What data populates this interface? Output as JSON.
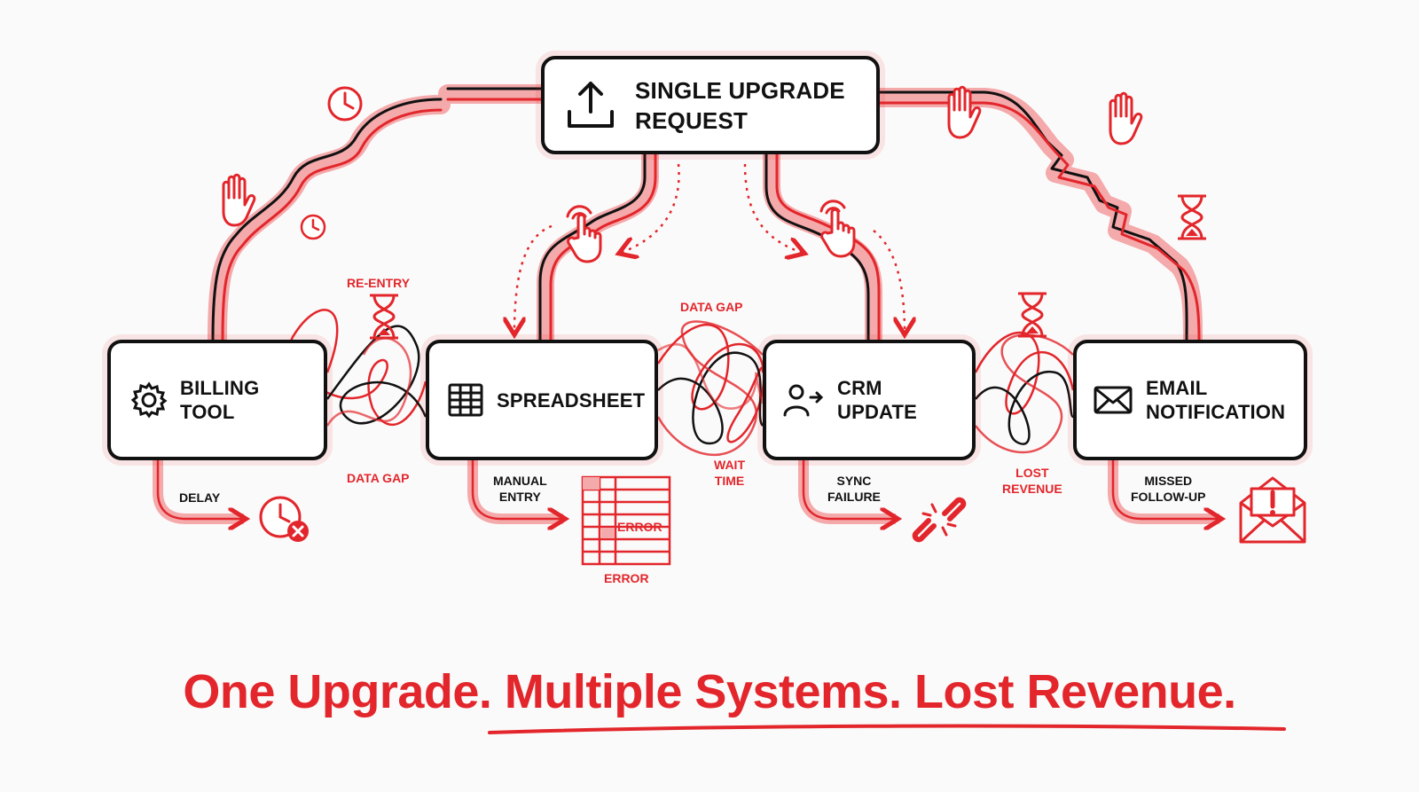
{
  "nodes": {
    "request": {
      "line1": "SINGLE UPGRADE",
      "line2": "REQUEST",
      "icon": "upload-icon"
    },
    "billing": {
      "line1": "BILLING",
      "line2": "TOOL",
      "icon": "gear-icon"
    },
    "spreadsheet": {
      "line1": "SPREADSHEET",
      "icon": "table-icon"
    },
    "crm": {
      "line1": "CRM",
      "line2": "UPDATE",
      "icon": "user-arrow-icon"
    },
    "email": {
      "line1": "EMAIL",
      "line2": "NOTIFICATION",
      "icon": "envelope-icon"
    }
  },
  "tags": {
    "re_entry": "RE-ENTRY",
    "data_gap_left": "DATA GAP",
    "data_gap_top": "DATA GAP",
    "wait_time_1": "WAIT",
    "wait_time_2": "TIME",
    "lost_revenue_1": "LOST",
    "lost_revenue_2": "REVENUE",
    "delay": "DELAY",
    "manual_entry_1": "MANUAL",
    "manual_entry_2": "ENTRY",
    "sync_failure_1": "SYNC",
    "sync_failure_2": "FAILURE",
    "missed_followup_1": "MISSED",
    "missed_followup_2": "FOLLOW-UP",
    "error_in_grid": "ERROR",
    "error_below": "ERROR"
  },
  "headline": "One Upgrade. Multiple Systems. Lost Revenue.",
  "colors": {
    "accent": "#e2262b",
    "ink": "#111111",
    "soft_red": "#f4a9ab",
    "background": "#fbfafa"
  }
}
